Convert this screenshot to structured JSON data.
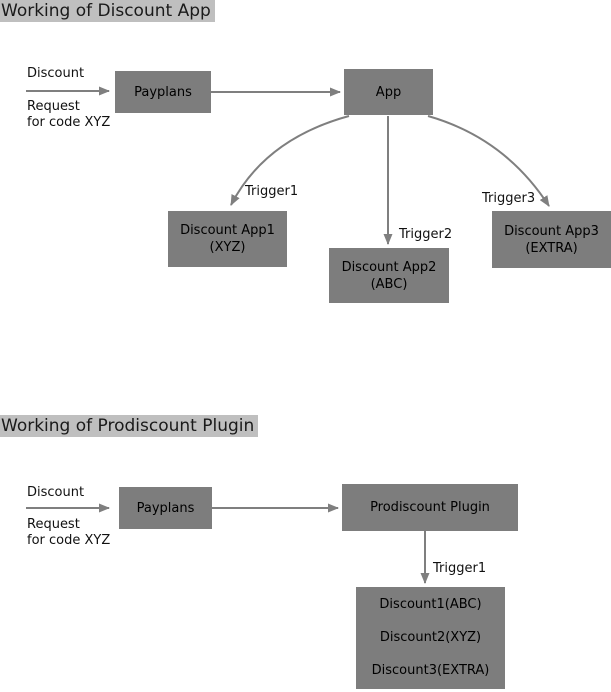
{
  "colors": {
    "box_fill": "#7d7d7d",
    "title_bg": "#bfbfbf",
    "line": "#7f7f7f",
    "text": "#000000"
  },
  "diagram1": {
    "title": "Working of Discount App",
    "request": {
      "line1": "Discount",
      "line2": "Request",
      "line3": "for code XYZ"
    },
    "payplans": "Payplans",
    "app": "App",
    "trigger1": "Trigger1",
    "trigger2": "Trigger2",
    "trigger3": "Trigger3",
    "app1": {
      "line1": "Discount App1",
      "line2": "(XYZ)"
    },
    "app2": {
      "line1": "Discount App2",
      "line2": "(ABC)"
    },
    "app3": {
      "line1": "Discount App3",
      "line2": "(EXTRA)"
    }
  },
  "diagram2": {
    "title": "Working of Prodiscount Plugin",
    "request": {
      "line1": "Discount",
      "line2": "Request",
      "line3": "for code XYZ"
    },
    "payplans": "Payplans",
    "plugin": "Prodiscount Plugin",
    "trigger1": "Trigger1",
    "discounts": {
      "line1": "Discount1(ABC)",
      "line2": "Discount2(XYZ)",
      "line3": "Discount3(EXTRA)"
    }
  }
}
